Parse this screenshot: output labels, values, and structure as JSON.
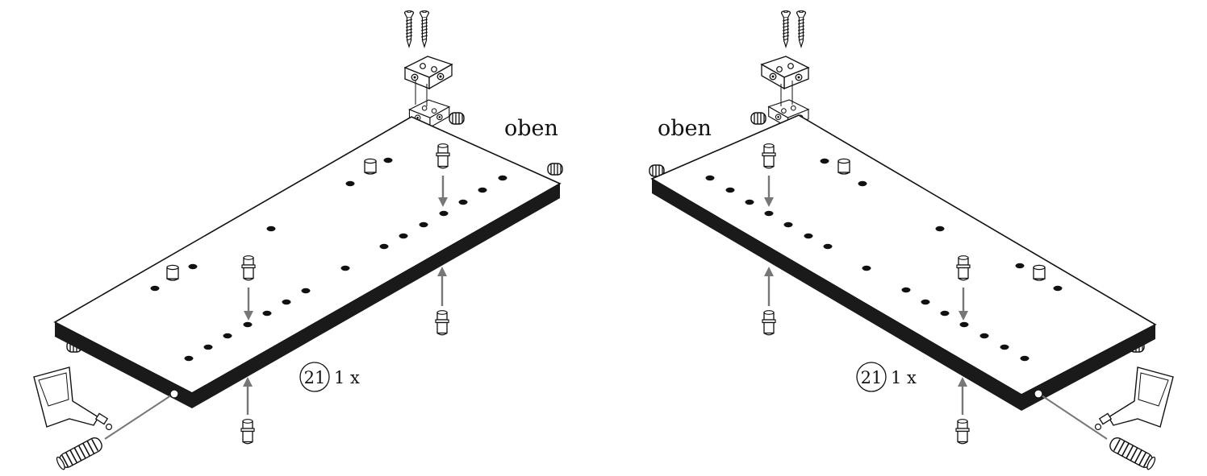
{
  "diagram": {
    "left_panel": {
      "top_label": "oben",
      "part_number": "21",
      "quantity": "1 x"
    },
    "right_panel": {
      "top_label": "oben",
      "part_number": "21",
      "quantity": "1 x"
    }
  },
  "colors": {
    "line": "#111111",
    "edge": "#1a1a1a",
    "arrow": "#777777",
    "background": "#ffffff"
  },
  "icons": [
    "screw-icon",
    "corner-bracket-icon",
    "wooden-dowel-icon",
    "cam-pin-icon",
    "glue-tube-icon",
    "assembly-arrow-icon"
  ]
}
